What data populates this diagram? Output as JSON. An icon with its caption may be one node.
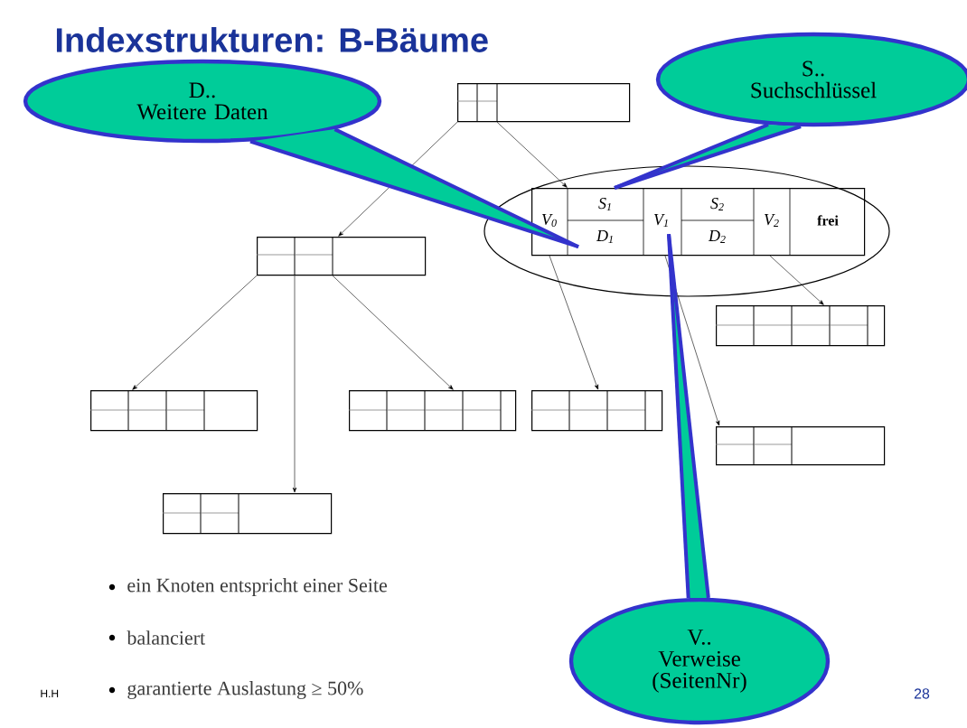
{
  "diagram": {
    "title": "Indexstrukturen: B-Bäume",
    "nodes": [
      {
        "text": [
          "D..",
          "Weitere Daten"
        ]
      },
      {
        "text": [
          "S..",
          "Suchschlüssel"
        ]
      },
      {
        "text": [],
        "shape": "box"
      },
      {
        "text": [
          "V$_{0}$",
          "S$_{1}$",
          "D$_{1}$",
          "V$_{1}$",
          "S$_{2}$",
          "D$_{2}$",
          "V$_{2}$",
          "frei"
        ]
      },
      {
        "text": [],
        "shape": "box"
      },
      {
        "text": [],
        "shape": "box"
      },
      {
        "text": [],
        "shape": "box"
      },
      {
        "text": [],
        "shape": "box"
      },
      {
        "text": [],
        "shape": "box"
      },
      {
        "text": [],
        "shape": "box"
      },
      {
        "text": [],
        "shape": "box"
      },
      {
        "text": [
          "V..",
          "Verweise (SeitenNr)"
        ]
      }
    ],
    "edges": [
      {
        "from": 2,
        "to": 4,
        "arrow": "to"
      },
      {
        "from": 2,
        "to": 3,
        "arrow": "to"
      },
      {
        "from": 4,
        "to": 6,
        "arrow": "to"
      },
      {
        "from": 4,
        "to": 10,
        "arrow": "to"
      },
      {
        "from": 4,
        "to": 7,
        "arrow": "to"
      },
      {
        "from": 3,
        "to": 8,
        "arrow": "to"
      },
      {
        "from": 3,
        "to": 9,
        "arrow": "to"
      },
      {
        "from": 3,
        "to": 5,
        "arrow": "to"
      },
      {
        "from": 0,
        "to": 3,
        "arrow": "none",
        "style": "thick",
        "color": "#3333cc"
      },
      {
        "from": 1,
        "to": 3,
        "arrow": "none",
        "style": "thick",
        "color": "#3333cc"
      },
      {
        "from": 11,
        "to": 3,
        "arrow": "none",
        "style": "thick",
        "color": "#3333cc"
      }
    ],
    "labels": [
      "ein Knoten entspricht einer Seite",
      "balanciert",
      "garantierte Auslastung ≥ 50%",
      "H.H",
      "28"
    ]
  }
}
